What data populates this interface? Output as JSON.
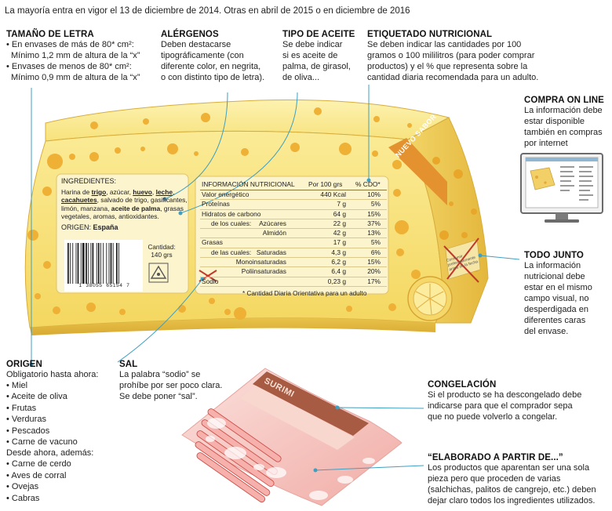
{
  "intro": "La mayoría entra en vigor el 13 de diciembre de 2014. Otras en abril de 2015 o en diciembre de 2016",
  "tamano": {
    "title": "TAMAÑO DE LETRA",
    "line1": "• En envases de más de 80* cm²:",
    "line2": "Mínimo 1,2 mm de altura de la “x”",
    "line3": "• Envases de menos de 80* cm²:",
    "line4": "Mínimo 0,9 mm de altura de la “x”"
  },
  "alergenos": {
    "title": "ALÉRGENOS",
    "lines": [
      "Deben destacarse",
      "tipográficamente (con",
      "diferente color, en negrita,",
      "o con distinto tipo de letra)."
    ]
  },
  "aceite": {
    "title": "TIPO DE ACEITE",
    "lines": [
      "Se debe indicar",
      "si es aceite de",
      "palma, de girasol,",
      "de oliva..."
    ]
  },
  "etiquetado": {
    "title": "ETIQUETADO NUTRICIONAL",
    "lines": [
      "Se deben indicar las cantidades por 100",
      "gramos o 100 mililitros (para poder comprar",
      "productos) y el % que representa sobre la",
      "cantidad diaria recomendada para un adulto."
    ]
  },
  "compra": {
    "title": "COMPRA ON LINE",
    "lines": [
      "La información debe",
      "estar disponible",
      "también en compras",
      "por internet"
    ]
  },
  "junto": {
    "title": "TODO JUNTO",
    "lines": [
      "La información",
      "nutricional debe",
      "estar en el mismo",
      "campo visual, no",
      "desperdigada en",
      "diferentes caras",
      "del envase."
    ]
  },
  "origen": {
    "title": "ORIGEN",
    "intro": "Obligatorio hasta ahora:",
    "list1": [
      "Miel",
      "Aceite de oliva",
      "Frutas",
      "Verduras",
      "Pescados",
      "Carne de vacuno"
    ],
    "intro2": "Desde ahora, además:",
    "list2": [
      "Carne de cerdo",
      "Aves de corral",
      "Ovejas",
      "Cabras"
    ]
  },
  "sal": {
    "title": "SAL",
    "lines": [
      "La palabra “sodio” se",
      "prohíbe por ser poco clara.",
      "Se debe poner “sal”."
    ]
  },
  "congelacion": {
    "title": "CONGELACIÓN",
    "lines": [
      "Si el producto se ha descongelado debe",
      "indicarse para que el comprador sepa",
      "que no puede volverlo a congelar."
    ]
  },
  "elaborado": {
    "title": "“ELABORADO A PARTIR DE...”",
    "lines": [
      "Los productos que aparentan ser una sola",
      "pieza pero que proceden de varias",
      "(salchichas, palitos de cangrejo, etc.) deben",
      "dejar claro todos los ingredientes utilizados."
    ]
  },
  "package": {
    "ing_title": "INGREDIENTES:",
    "ing_parts": [
      "Harina de ",
      "trigo",
      ", azúcar, ",
      "huevo",
      ", ",
      "leche",
      ", ",
      "cacahuetes",
      ", salvado de trigo, gasificantes, limón, manzana, ",
      "aceite de palma",
      ", grasas vegetales, aromas, antioxidantes."
    ],
    "origin_label": "ORIGEN: ",
    "origin_value": "España",
    "cantidad_label": "Cantidad:",
    "cantidad_value": "140 grs",
    "barcode": "1  38055  65154  7",
    "nuevo_sabor": "NUEVO SABOR",
    "side_text": "Consumir preferentemente antes de la fecha",
    "surimi": "SURIMI"
  },
  "nutrition": {
    "headers": [
      "INFORMACIÓN NUTRICIONAL",
      "Por 100 grs",
      "% CDO*"
    ],
    "rows": [
      {
        "label": "Valor energético",
        "sub": "",
        "value": "440 Kcal",
        "pct": "10%"
      },
      {
        "label": "Proteínas",
        "sub": "",
        "value": "7 g",
        "pct": "5%"
      },
      {
        "label": "Hidratos de carbono",
        "sub": "",
        "value": "64 g",
        "pct": "15%"
      },
      {
        "label": "de los cuales:",
        "sub": "Azúcares",
        "value": "22 g",
        "pct": "37%"
      },
      {
        "label": "",
        "sub": "Almidón",
        "value": "42 g",
        "pct": "13%"
      },
      {
        "label": "Grasas",
        "sub": "",
        "value": "17 g",
        "pct": "5%"
      },
      {
        "label": "de las cuales:",
        "sub": "Saturadas",
        "value": "4,3 g",
        "pct": "6%"
      },
      {
        "label": "",
        "sub": "Monoinsaturadas",
        "value": "6,2 g",
        "pct": "15%"
      },
      {
        "label": "",
        "sub": "Poliinsaturadas",
        "value": "6,4 g",
        "pct": "20%"
      },
      {
        "label": "Sodio",
        "sub": "",
        "value": "0,23 g",
        "pct": "17%"
      }
    ],
    "footnote": "* Cantidad Diaria Orientativa para un adulto"
  },
  "colors": {
    "package_light": "#f7e27a",
    "package_dark": "#e3b93a",
    "hole": "#eeae2e",
    "label_bg": "#fbf4cd",
    "accent_line": "#3f9fc0",
    "nuevo_sabor": "#e4932f",
    "surimi_pink": "#f3b3ad",
    "surimi_brown": "#a65b42"
  }
}
